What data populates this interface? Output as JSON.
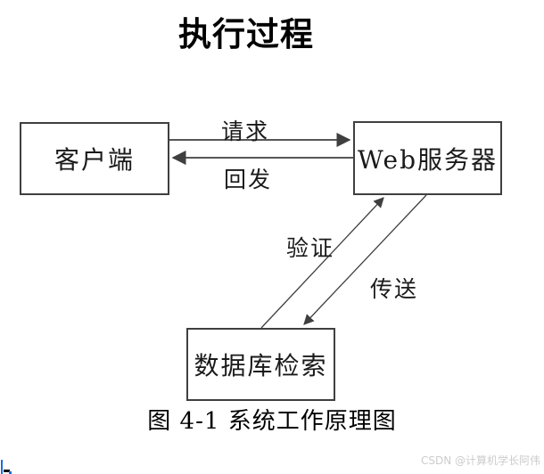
{
  "title": "执行过程",
  "nodes": {
    "client": {
      "label": "客户端"
    },
    "webserver": {
      "label": "Web服务器"
    },
    "database": {
      "label": "数据库检索"
    }
  },
  "edges": {
    "request": {
      "label": "请求",
      "from": "client",
      "to": "webserver",
      "direction": "right"
    },
    "response": {
      "label": "回发",
      "from": "webserver",
      "to": "client",
      "direction": "left"
    },
    "verify": {
      "label": "验证",
      "from": "database",
      "to": "webserver",
      "direction": "up-right"
    },
    "transfer": {
      "label": "传送",
      "from": "webserver",
      "to": "database",
      "direction": "down-left"
    }
  },
  "caption": "图 4-1 系统工作原理图",
  "watermark": "CSDN @计算机学长阿伟",
  "colors": {
    "line": "#3f3f3f",
    "text": "#1a1a1a",
    "watermark": "#cccccc",
    "cursor_blue": "#1a6fdc",
    "background": "#ffffff"
  }
}
